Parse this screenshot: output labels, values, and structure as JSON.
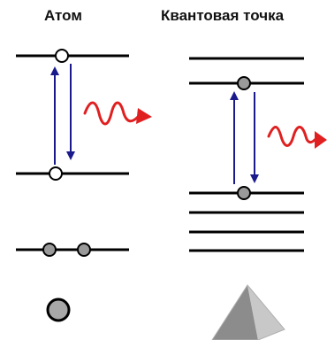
{
  "titles": {
    "atom": "Атом",
    "quantum_dot": "Квантовая точка"
  },
  "colors": {
    "level_line": "#000000",
    "transition_arrow": "#1a1a8c",
    "photon": "#e02020",
    "electron_filled": "#9a9a9a",
    "electron_empty": "#ffffff",
    "atom_sphere": "#a8a8a8",
    "pyramid_light": "#c8c8c8",
    "pyramid_dark": "#8c8c8c"
  },
  "icons": {
    "atom_model": "grey-sphere",
    "quantum_dot_model": "grey-pyramid",
    "photon": "wavy-arrow",
    "transitions": "up-down-arrow-pair"
  }
}
